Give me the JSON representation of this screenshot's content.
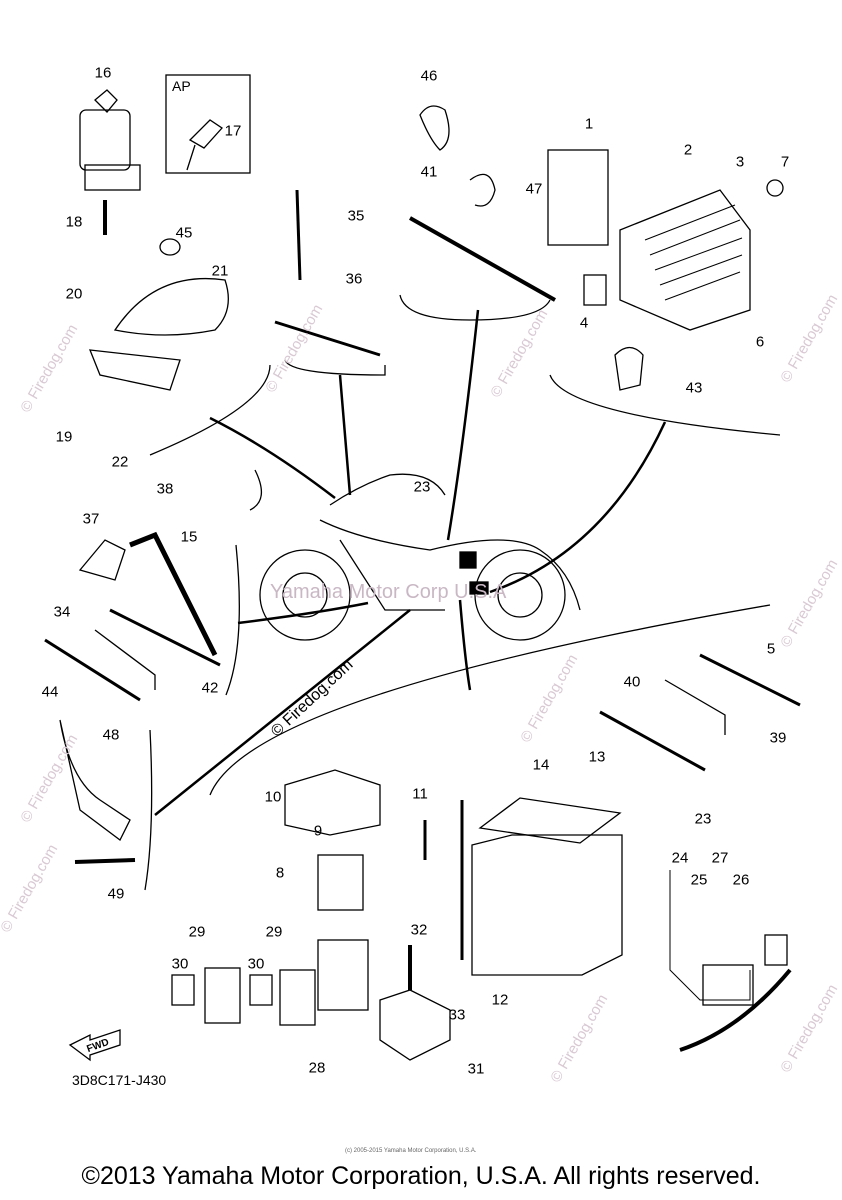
{
  "diagram": {
    "part_code": "3D8C171-J430",
    "ap_label": "AP",
    "fwd_label": "FWD",
    "callouts": [
      "16",
      "17",
      "18",
      "45",
      "21",
      "20",
      "19",
      "22",
      "46",
      "41",
      "47",
      "35",
      "36",
      "1",
      "2",
      "3",
      "7",
      "4",
      "6",
      "43",
      "38",
      "23",
      "37",
      "15",
      "34",
      "44",
      "42",
      "5",
      "40",
      "39",
      "48",
      "49",
      "10",
      "14",
      "13",
      "11",
      "9",
      "8",
      "23",
      "24",
      "27",
      "25",
      "26",
      "32",
      "33",
      "12",
      "29",
      "29",
      "30",
      "30",
      "28",
      "31"
    ]
  },
  "watermarks": {
    "firedog": "© Firedog.com",
    "center": "Yamaha Motor Corp U.S.A",
    "small_copyright": "(c) 2005-2015 Yamaha Motor Corporation, U.S.A."
  },
  "footer": {
    "copyright": "©2013 Yamaha Motor Corporation, U.S.A. All rights reserved."
  }
}
